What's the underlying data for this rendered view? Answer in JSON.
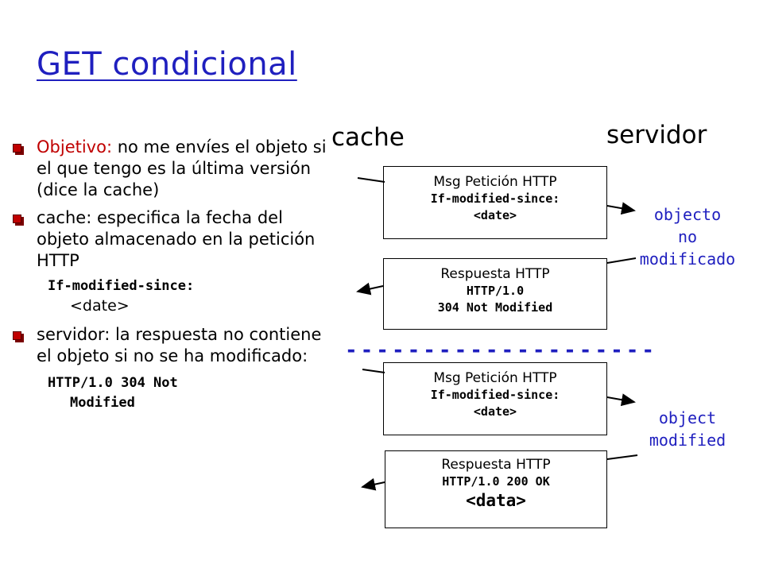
{
  "title": "GET condicional",
  "bullets": {
    "b1_red": "Objetivo:",
    "b1_rest": " no me envíes el objeto si el que tengo es la última versión (dice la cache)",
    "b2": "cache: especifica la fecha del objeto almacenado en la petición HTTP",
    "b2_code1": "If-modified-since:",
    "b2_code2": "<date>",
    "b3": "servidor: la respuesta no contiene el objeto si no se ha modificado:",
    "b3_code1": "HTTP/1.0 304 Not",
    "b3_code2": "Modified"
  },
  "labels": {
    "cache": "cache",
    "servidor": "servidor"
  },
  "messages": {
    "req1": {
      "title": "Msg Petición HTTP",
      "line1": "If-modified-since:",
      "line2": "<date>"
    },
    "resp1": {
      "title": "Respuesta HTTP",
      "line1": "HTTP/1.0",
      "line2": "304 Not Modified"
    },
    "req2": {
      "title": "Msg Petición HTTP",
      "line1": "If-modified-since:",
      "line2": "<date>"
    },
    "resp2": {
      "title": "Respuesta HTTP",
      "line1": "HTTP/1.0 200 OK",
      "line2": "<data>"
    }
  },
  "notes": {
    "n1_l1": "objecto",
    "n1_l2": "no",
    "n1_l3": "modificado",
    "n2_l1": "object",
    "n2_l2": "modified"
  },
  "divider": "--------------------",
  "colors": {
    "title": "#1f1fbf",
    "accent_red": "#c00000",
    "note": "#1f1fbf"
  }
}
